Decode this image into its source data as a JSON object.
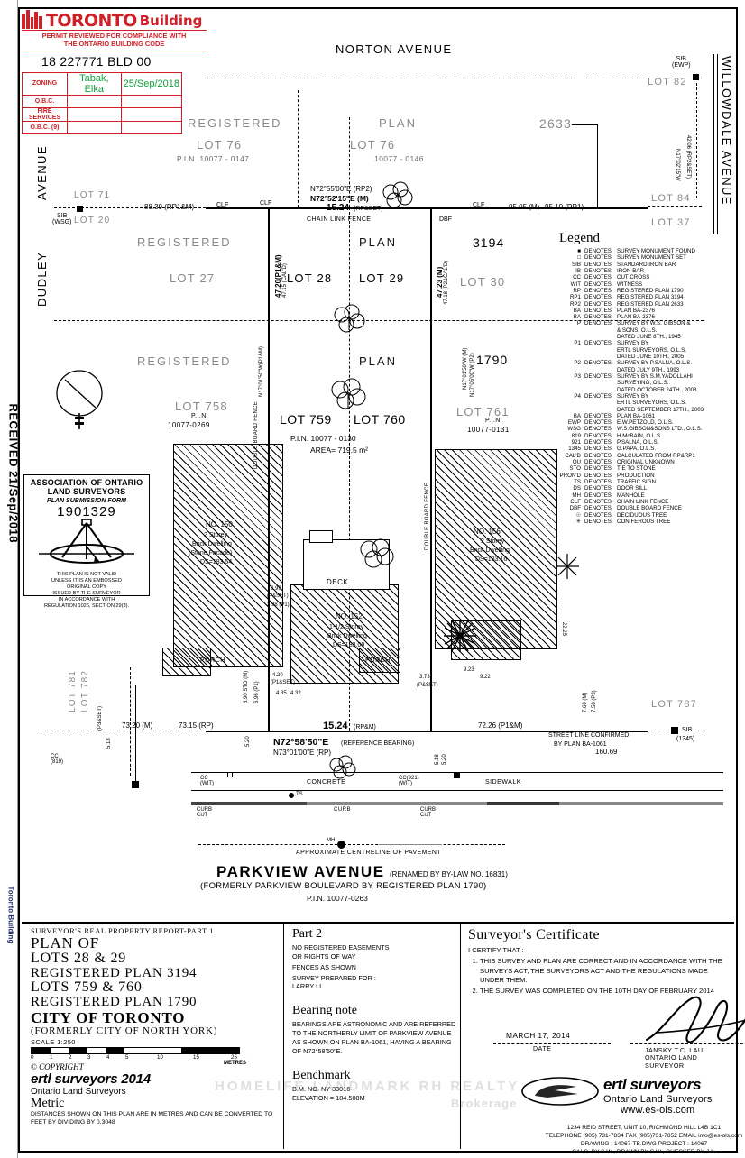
{
  "permit_stamp": {
    "logo_word1": "TORONTO",
    "logo_word2": "Building",
    "subtitle_line1": "PERMIT REVIEWED FOR COMPLIANCE WITH",
    "subtitle_line2": "THE ONTARIO BUILDING CODE",
    "permit_number": "18 227771 BLD 00",
    "rows": [
      {
        "label": "ZONING",
        "name": "Tabak, Elka",
        "date": "25/Sep/2018"
      },
      {
        "label": "O.B.C.",
        "name": "",
        "date": ""
      },
      {
        "label": "FIRE SERVICES",
        "name": "",
        "date": ""
      },
      {
        "label": "O.B.C. (9)",
        "name": "",
        "date": ""
      }
    ]
  },
  "received_stamp": {
    "text": "RECEIVED 21/Sep/2018",
    "brand": "Toronto Building"
  },
  "streets": {
    "north": "NORTON     AVENUE",
    "east": "WILLOWDALE AVENUE",
    "west_top": "AVENUE",
    "west_bottom": "DUDLEY",
    "south_name": "PARKVIEW        AVENUE",
    "south_note1": "(RENAMED BY BY-LAW NO. 16831)",
    "south_note2": "(FORMERLY PARKVIEW BOULEVARD BY REGISTERED PLAN 1790)",
    "south_pin": "P.I.N. 10077-0263"
  },
  "map_labels": {
    "row_top": {
      "registered": "REGISTERED",
      "plan": "PLAN",
      "plan_no": "2633",
      "lot_left": "LOT  76",
      "lot_right": "LOT    76",
      "pin_left": "P.I.N.  10077 - 0147",
      "pin_right": "10077 - 0146",
      "lot_82": "LOT  82",
      "lot_84": "LOT  84",
      "lot_37": "LOT  37",
      "sib_ewp": "SIB\n(EWP)"
    },
    "bearings_top": {
      "rp2": "N72°55'00\"E (RP2)",
      "measured": "N72°52'15\"E (M)",
      "dim": "15.24",
      "dim_ref": "(RP&SET)",
      "fence": "CHAIN LINK FENCE",
      "left_dim": "88.39 (RP1&M)",
      "right_dim1": "95.05 (M)",
      "right_dim2": "95.10 (RP1)"
    },
    "row_mid": {
      "registered": "REGISTERED",
      "plan": "PLAN",
      "plan_no": "3194",
      "lot_27": "LOT  27",
      "lot_28": "LOT  28",
      "lot_29": "LOT  29",
      "lot_30": "LOT  30"
    },
    "row_mid2": {
      "registered": "REGISTERED",
      "plan": "PLAN",
      "plan_no": "1790"
    },
    "parcels": {
      "lot_758": "LOT 758",
      "lot_758_pin_lbl": "P.I.N.",
      "lot_758_pin": "10077-0269",
      "lot_759": "LOT 759",
      "lot_760": "LOT 760",
      "subject_pin": "P.I.N.   10077 - 0130",
      "subject_area": "AREA=  719.5  m²",
      "lot_761": "LOT 761",
      "lot_761_pin_lbl": "P.I.N.",
      "lot_761_pin": "10077-0131",
      "lot_781": "LOT 781",
      "lot_782": "LOT 782",
      "lot_787": "LOT 787"
    },
    "dwellings": [
      {
        "no": "NO. 150",
        "l1": "2 Storey",
        "l2": "Brick Dwelling",
        "l3": "(Stone Facade)",
        "l4": "DS=183.54"
      },
      {
        "no": "NO. 152",
        "l1": "1-1/2 Storey",
        "l2": "Brick Dwelling",
        "l3": "DS=183.09",
        "l4": ""
      },
      {
        "no": "NO. 156",
        "l1": "2 Storey",
        "l2": "Brick Dwelling",
        "l3": "DS=183.16",
        "l4": ""
      }
    ],
    "deck": "DECK",
    "porch_left": "PORCH",
    "porch_mid": "PORCH",
    "bottom_bearing": {
      "dim_centre": "15.24",
      "dim_centre_ref": "(RP&M)",
      "ref_bearing": "N72°58'50\"E",
      "ref_bearing_note": "(REFERENCE BEARING)",
      "rp_bearing": "N73°01'00\"E (RP)",
      "left_dim_m": "73.20 (M)",
      "left_dim_rp": "73.15 (RP)",
      "right_dim": "72.26 (P1&M)",
      "far_right_dim": "160.69"
    },
    "street_note1": "STREET LINE CONFIRMED",
    "street_note2": "BY PLAN BA-1061",
    "sib_1345": "SIB",
    "sib_1345_b": "(1345)",
    "sib_wsg": "SIB",
    "sib_wsg_b": "(WSG)",
    "lot_71": "LOT 71",
    "lot_20": "LOT 20",
    "surface": {
      "concrete": "CONCRETE",
      "sidewalk": "SIDEWALK",
      "curb": "CURB",
      "curb_cut_l": "CURB\nCUT",
      "curb_cut_r": "CURB\nCUT",
      "centreline": "APPROXIMATE CENTRELINE OF PAVEMENT",
      "cc_wit_l": "CC\n(WIT)",
      "cc_wit_r": "CC(921)\n(WIT)",
      "mh": "MH",
      "ts": "TS"
    },
    "dims_misc": {
      "d_47_20": "47.20(P1&M)",
      "d_47_15": "47.15 (CAL'D)",
      "d_47_23": "47.23 (M)",
      "d_47_18": "47.18 (P2&CAL'D)",
      "d_42_06": "42.06 (RP2&SET)",
      "bearing_w": "N17°01'50\"W(P1&M)",
      "bearing_w2": "N17°01'50\"W (M)",
      "bearing_w3": "N17°05'00\"W (P2)",
      "bearing_e": "N17°02'15\"W",
      "d_5_18": "5.18",
      "d_5_20": "5.20",
      "d_6_90": "6.90 STO (M)",
      "d_6_96": "6.96 (P1)",
      "d_7_60": "7.60 (M)",
      "d_7_58": "7.58 (P3)",
      "d_3_99": "3.99",
      "d_3_99_ref": "(P&SET)",
      "d_3_98": "3.98 (P1)",
      "d_4_20": "4.20",
      "d_4_20_ref": "(P1&SET)",
      "d_4_35": "4.35",
      "d_4_32": "4.32",
      "d_3_73": "3.73",
      "d_3_73_ref": "(P&SET)",
      "d_22_25": "22.25",
      "d_9_22": "9.22",
      "d_9_23": "9.23",
      "dbf": "DBF",
      "clf": "CLF",
      "double_board_fence": "DOUBLE BOARD FENCE",
      "board_fence": "BOARD FENCE"
    }
  },
  "aols_stamp": {
    "line1": "ASSOCIATION OF ONTARIO",
    "line2": "LAND SURVEYORS",
    "line3": "PLAN SUBMISSION FORM",
    "number": "1901329",
    "note": "THIS PLAN IS NOT VALID\nUNLESS IT IS AN EMBOSSED\nORIGINAL COPY\nISSUED BY THE SURVEYOR\nIN ACCORDANCE WITH\nREGULATION 1026, SECTION 29(3)."
  },
  "legend": {
    "title": "Legend",
    "entries": [
      {
        "sym": "■",
        "den": "DENOTES",
        "desc": "SURVEY MONUMENT FOUND"
      },
      {
        "sym": "□",
        "den": "DENOTES",
        "desc": "SURVEY MONUMENT SET"
      },
      {
        "sym": "SIB",
        "den": "DENOTES",
        "desc": "STANDARD IRON BAR"
      },
      {
        "sym": "IB",
        "den": "DENOTES",
        "desc": "IRON BAR"
      },
      {
        "sym": "CC",
        "den": "DENOTES",
        "desc": "CUT CROSS"
      },
      {
        "sym": "WIT",
        "den": "DENOTES",
        "desc": "WITNESS"
      },
      {
        "sym": "RP",
        "den": "DENOTES",
        "desc": "REGISTERED PLAN 1790"
      },
      {
        "sym": "RP1",
        "den": "DENOTES",
        "desc": "REGISTERED PLAN 3194"
      },
      {
        "sym": "RP2",
        "den": "DENOTES",
        "desc": "REGISTERED PLAN 2633"
      },
      {
        "sym": "BA",
        "den": "DENOTES",
        "desc": "PLAN BA-2376"
      },
      {
        "sym": "BA",
        "den": "DENOTES",
        "desc": "PLAN BA-2376"
      },
      {
        "sym": "P",
        "den": "DENOTES",
        "desc": "SURVEY BY W.S. GIBSON &"
      },
      {
        "sym": "",
        "den": "",
        "desc": "& SONS, O.L.S."
      },
      {
        "sym": "",
        "den": "",
        "desc": "DATED JUNE 8TH., 1945"
      },
      {
        "sym": "P1",
        "den": "DENOTES",
        "desc": "SURVEY BY"
      },
      {
        "sym": "",
        "den": "",
        "desc": "ERTL SURVEYORS, O.L.S."
      },
      {
        "sym": "",
        "den": "",
        "desc": "DATED JUNE 10TH., 2005"
      },
      {
        "sym": "P2",
        "den": "DENOTES",
        "desc": "SURVEY BY P.SALNA, O.L.S."
      },
      {
        "sym": "",
        "den": "",
        "desc": "DATED JULY 9TH., 1993"
      },
      {
        "sym": "P3",
        "den": "DENOTES",
        "desc": "SURVEY BY S.M.YADOLLAHI"
      },
      {
        "sym": "",
        "den": "",
        "desc": "SURVEYING, O.L.S."
      },
      {
        "sym": "",
        "den": "",
        "desc": "DATED OCTOBER 24TH., 2008"
      },
      {
        "sym": "P4",
        "den": "DENOTES",
        "desc": "SURVEY BY"
      },
      {
        "sym": "",
        "den": "",
        "desc": "ERTL SURVEYORS, O.L.S."
      },
      {
        "sym": "",
        "den": "",
        "desc": "DATED SEPTEMBER 17TH., 2003"
      },
      {
        "sym": "BA",
        "den": "DENOTES",
        "desc": "PLAN BA-1061"
      },
      {
        "sym": "EWP",
        "den": "DENOTES",
        "desc": "E.W.PETZOLD, O.L.S."
      },
      {
        "sym": "WSG",
        "den": "DENOTES",
        "desc": "W.S.GIBSON&SONS LTD., O.L.S."
      },
      {
        "sym": "819",
        "den": "DENOTES",
        "desc": "H.McBAIN, O.L.S."
      },
      {
        "sym": "921",
        "den": "DENOTES",
        "desc": "P.SALNA, O.L.S."
      },
      {
        "sym": "1345",
        "den": "DENOTES",
        "desc": "G.PAPA, O.L.S."
      },
      {
        "sym": "CAL'D",
        "den": "DENOTES",
        "desc": "CALCULATED FROM RP&RP1"
      },
      {
        "sym": "OU",
        "den": "DENOTES",
        "desc": "ORIGINAL UNKNOWN"
      },
      {
        "sym": "STO",
        "den": "DENOTES",
        "desc": "TIE TO STONE"
      },
      {
        "sym": "PRON'D",
        "den": "DENOTES",
        "desc": "PRODUCTION"
      },
      {
        "sym": "TS",
        "den": "DENOTES",
        "desc": "TRAFFIC SIGN"
      },
      {
        "sym": "DS",
        "den": "DENOTES",
        "desc": "DOOR SILL"
      },
      {
        "sym": "MH",
        "den": "DENOTES",
        "desc": "MANHOLE"
      },
      {
        "sym": "CLF",
        "den": "DENOTES",
        "desc": "CHAIN LINK FENCE"
      },
      {
        "sym": "DBF",
        "den": "DENOTES",
        "desc": "DOUBLE BOARD FENCE"
      },
      {
        "sym": "☉",
        "den": "DENOTES",
        "desc": "DECIDUOUS TREE"
      },
      {
        "sym": "✳",
        "den": "DENOTES",
        "desc": "CONIFEROUS TREE"
      }
    ]
  },
  "title_block": {
    "header": "SURVEYOR'S REAL PROPERTY REPORT-PART 1",
    "line1": "PLAN OF",
    "line2": "LOTS  28  &  29",
    "line3": "REGISTERED  PLAN  3194",
    "line4": "LOTS  759  &  760",
    "line5": "REGISTERED  PLAN  1790",
    "line6": "CITY  OF  TORONTO",
    "line7": "(FORMERLY CITY OF NORTH YORK)",
    "scale": "SCALE  1:250",
    "scale_ticks": [
      "0",
      "1",
      "2",
      "3",
      "4",
      "5",
      "10",
      "15",
      "25"
    ],
    "scale_units": "METRES",
    "copyright": "© COPYRIGHT",
    "firm": "ertl surveyors 2014",
    "firm_sub": "Ontario Land Surveyors",
    "metric": "Metric",
    "metric_note": "DISTANCES SHOWN ON THIS PLAN ARE IN METRES AND CAN BE CONVERTED TO FEET BY DIVIDING BY 0.3048"
  },
  "part2": {
    "title": "Part 2",
    "l1": "NO REGISTERED EASEMENTS",
    "l2": "OR RIGHTS OF WAY",
    "l3": "FENCES AS SHOWN",
    "l4": "SURVEY PREPARED FOR :",
    "l5": "LARRY LI",
    "bearing_title": "Bearing note",
    "bearing_text": "BEARINGS ARE ASTRONOMIC AND ARE REFERRED TO THE NORTHERLY LIMIT OF PARKVIEW AVENUE AS SHOWN ON PLAN BA-1061, HAVING A BEARING OF N72°58'50\"E.",
    "benchmark_title": "Benchmark",
    "bm_no": "B.M. NO. NY 33016",
    "bm_elev": "ELEVATION = 184.508M"
  },
  "certificate": {
    "title": "Surveyor's Certificate",
    "intro": "I CERTIFY THAT :",
    "items": [
      "THIS SURVEY AND PLAN ARE CORRECT AND IN ACCORDANCE WITH THE SURVEYS ACT, THE SURVEYORS ACT AND THE REGULATIONS MADE UNDER THEM.",
      "THE SURVEY WAS COMPLETED ON THE 10TH DAY OF FEBRUARY 2014"
    ],
    "date": "MARCH 17, 2014",
    "date_label": "DATE",
    "signer": "JANSKY T.C. LAU",
    "signer_title": "ONTARIO LAND SURVEYOR",
    "firm_name": "ertl surveyors",
    "firm_sub": "Ontario Land Surveyors",
    "firm_web": "www.es-ols.com",
    "address": "1234 REID STREET, UNIT 10, RICHMOND HILL L4B 1C1",
    "phone": "TELEPHONE (905) 731-7834     FAX (905)731-7852   EMAIL info@es-ols.com",
    "drawing": "DRAWING :  14067-TB.DWG    PROJECT : 14067",
    "calc": "CALC. BY S.W., DRAWN BY S.W., CHECKED BY J.L."
  },
  "watermark": {
    "line1": "HOMELIFE LANDMARK RH REALTY",
    "line2": "Brokerage"
  }
}
